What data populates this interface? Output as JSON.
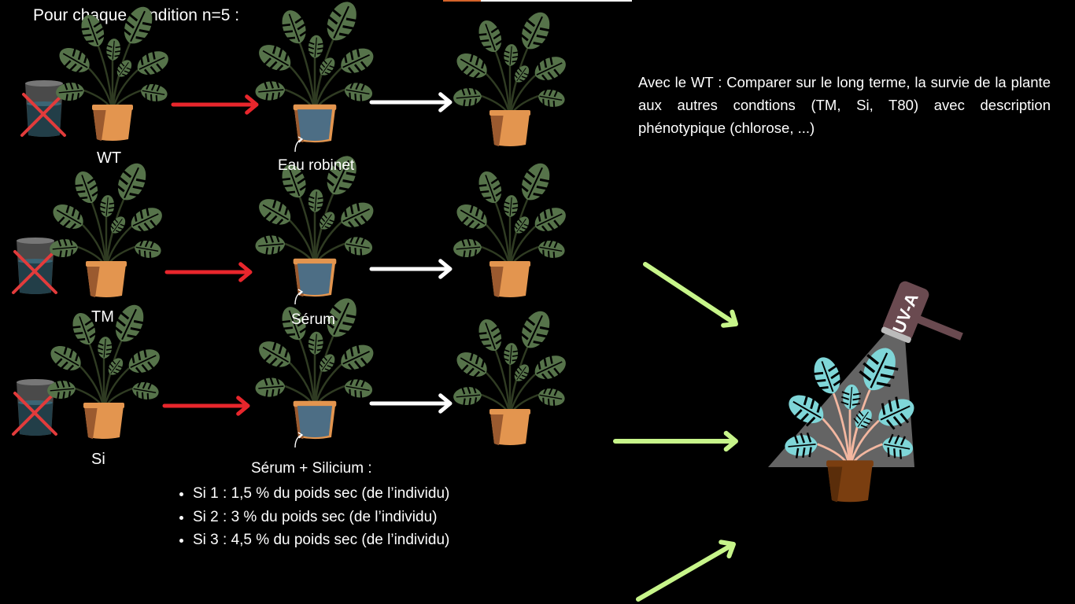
{
  "header": {
    "title": "Pour chaque condition n=5 :"
  },
  "rows": [
    {
      "label": "WT",
      "treatment": "Eau robinet"
    },
    {
      "label": "TM",
      "treatment": "Sérum"
    },
    {
      "label": "Si",
      "treatment": "Sérum + Silicium :"
    }
  ],
  "silicium_list": [
    "Si 1 : 1,5 % du poids sec (de l’individu)",
    "Si 2 : 3 % du poids sec (de l’individu)",
    "Si 3 : 4,5 % du poids sec (de l’individu)"
  ],
  "note": "Avec le WT : Comparer sur le long terme, la survie de la plante aux autres condtions (TM, Si, T80) avec description phénotypique (chlorose, ...)",
  "lamp": {
    "label": "UV-A"
  },
  "colors": {
    "leaf": "#56734a",
    "leaf_uv": "#7fd6d8",
    "pot": "#e3954f",
    "pot_shade": "#9b5a2f",
    "water_pot": "#4d6e85",
    "red_arrow": "#e8262c",
    "white_arrow": "#ffffff",
    "green_arrow": "#c7f58a",
    "cross": "#e23b3b",
    "beam": "#8e8e8e",
    "lamp": "#6a4a50",
    "pot_uv": "#7a3e10"
  }
}
